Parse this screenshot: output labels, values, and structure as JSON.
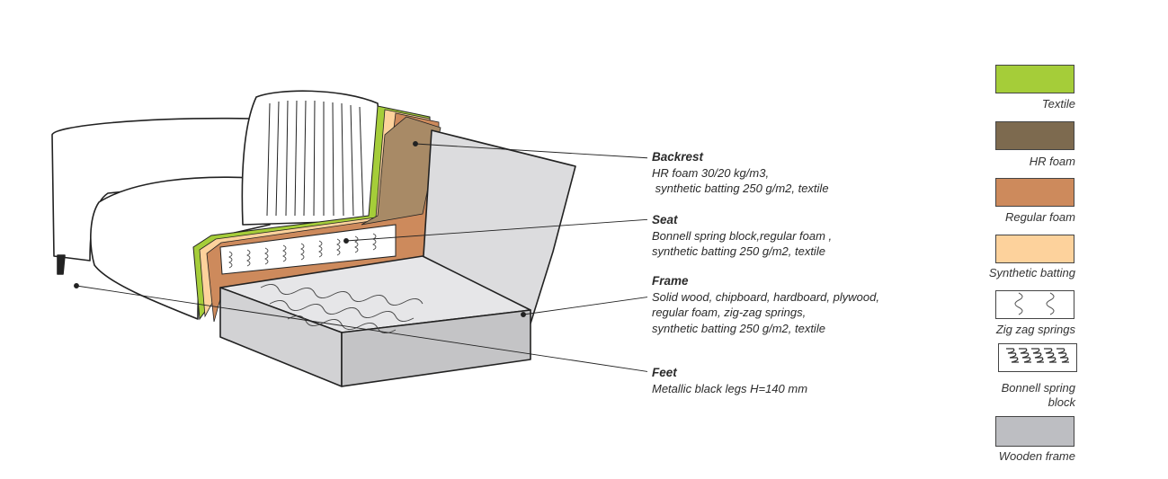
{
  "annotations": [
    {
      "title": "Backrest",
      "lines": [
        "HR foam 30/20 kg/m3,",
        " synthetic batting 250 g/m2, textile"
      ]
    },
    {
      "title": "Seat",
      "lines": [
        "Bonnell spring block,regular foam ,",
        "synthetic batting 250 g/m2, textile"
      ]
    },
    {
      "title": "Frame",
      "lines": [
        "Solid wood, chipboard, hardboard, plywood,",
        "regular foam, zig-zag springs,",
        "synthetic batting 250 g/m2, textile"
      ]
    },
    {
      "title": "Feet",
      "lines": [
        "Metallic black legs H=140 mm"
      ]
    }
  ],
  "legend": [
    {
      "label": "Textile",
      "color": "#a5cd39"
    },
    {
      "label": "HR foam",
      "color": "#7d6a4f"
    },
    {
      "label": "Regular foam",
      "color": "#cd8a5c"
    },
    {
      "label": "Synthetic batting",
      "color": "#fdd29c"
    },
    {
      "label": "Zig zag springs",
      "color": "#ffffff",
      "pattern": "zigzag"
    },
    {
      "label": "Bonnell spring",
      "label2": "block",
      "color": "#ffffff",
      "pattern": "coil"
    },
    {
      "label": "Wooden frame",
      "color": "#bdbec2"
    }
  ]
}
